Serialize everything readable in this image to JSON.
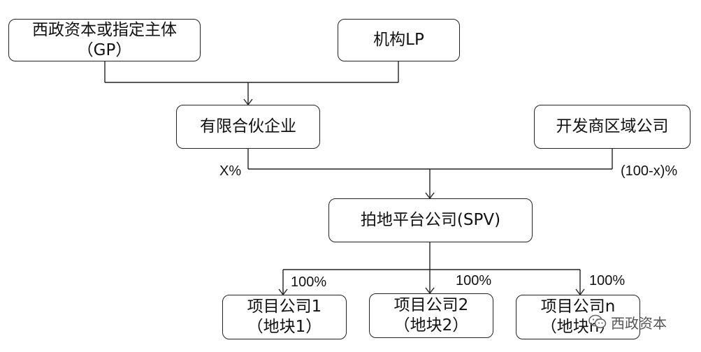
{
  "nodes": {
    "gp": {
      "line1": "西政资本或指定主体",
      "line2": "（GP）"
    },
    "lp": {
      "line1": "机构LP"
    },
    "partnership": {
      "line1": "有限合伙企业"
    },
    "developer": {
      "line1": "开发商区域公司"
    },
    "spv": {
      "line1": "拍地平台公司(SPV)"
    },
    "project1": {
      "line1": "项目公司1",
      "line2": "（地块1）"
    },
    "project2": {
      "line1": "项目公司2",
      "line2": "（地块2）"
    },
    "projectn": {
      "line1": "项目公司n",
      "line2": "（地块n）"
    }
  },
  "labels": {
    "partnership_share": "X%",
    "developer_share": "(100-x)%",
    "share1": "100%",
    "share2": "100%",
    "sharen": "100%"
  },
  "watermark": {
    "text": "西政资本",
    "icon": "wechat-icon"
  }
}
